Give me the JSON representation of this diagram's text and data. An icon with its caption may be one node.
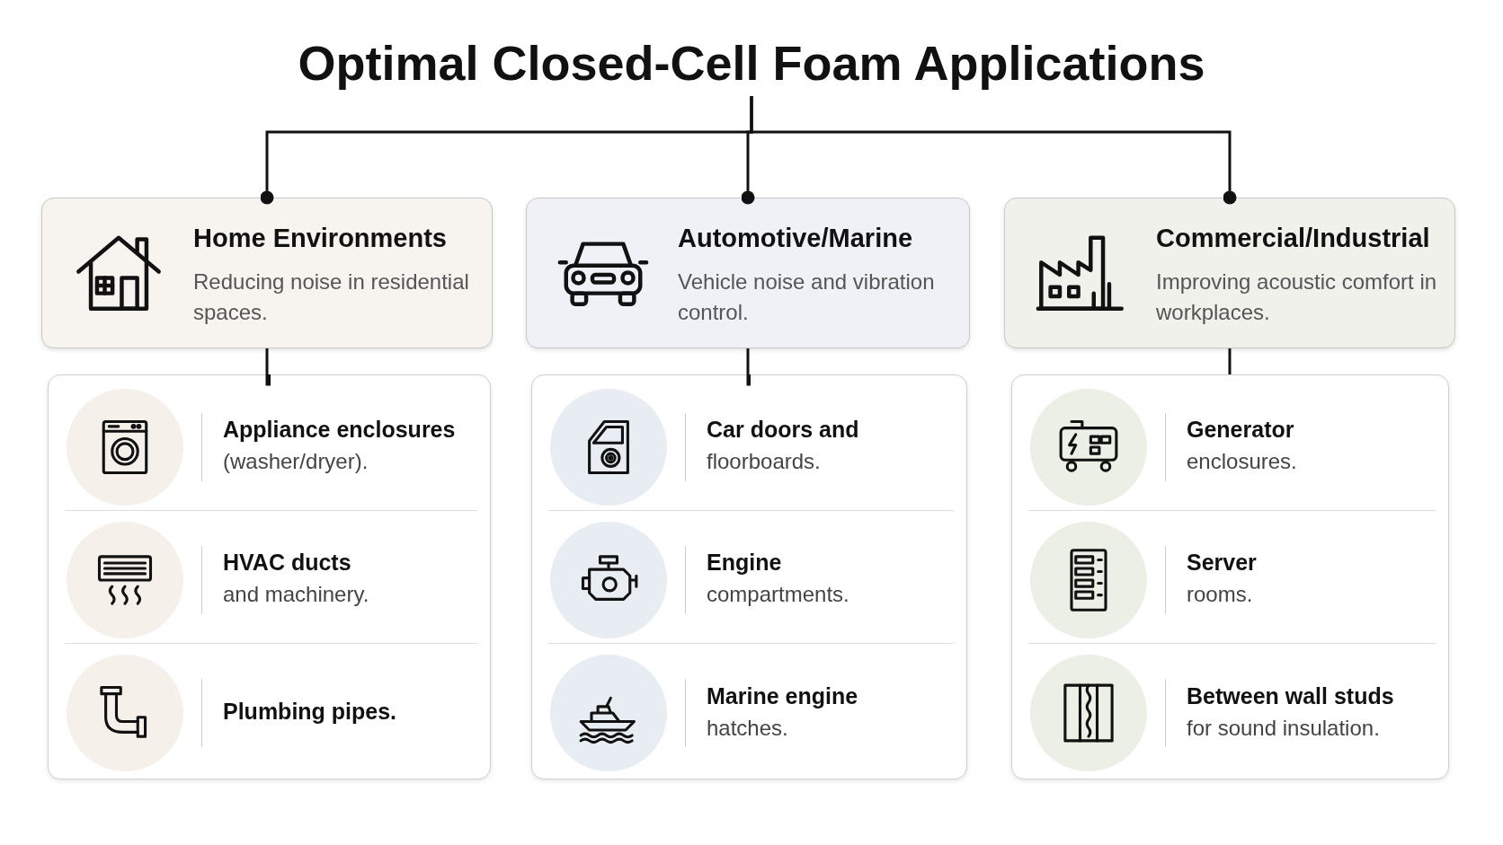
{
  "diagram": {
    "nodes": [
      {
        "text": [
          "Optimal Closed-Cell Foam Applications"
        ]
      },
      {
        "text": [
          "Home Environments",
          "Reducing noise in residential spaces."
        ]
      },
      {
        "text": [
          "Automotive/Marine",
          "Vehicle noise and vibration control."
        ]
      },
      {
        "text": [
          "Commercial/Industrial",
          "Improving acoustic comfort in workplaces."
        ]
      },
      {
        "text": [],
        "shape": "box"
      },
      {
        "text": [
          "Appliance enclosures",
          "(washer/dryer)."
        ],
        "in": 4
      },
      {
        "text": [
          "HVAC ducts",
          "and machinery."
        ],
        "in": 4
      },
      {
        "text": [
          "Plumbing pipes."
        ],
        "in": 4
      },
      {
        "text": [],
        "shape": "box"
      },
      {
        "text": [
          "Car doors and",
          "floorboards."
        ],
        "in": 8
      },
      {
        "text": [
          "Engine",
          "compartments."
        ],
        "in": 8
      },
      {
        "text": [
          "Marine engine",
          "hatches."
        ],
        "in": 8
      },
      {
        "text": [],
        "shape": "box"
      },
      {
        "text": [
          "Generator",
          "enclosures."
        ],
        "in": 12
      },
      {
        "text": [
          "Server",
          "rooms."
        ],
        "in": 12
      },
      {
        "text": [
          "Between wall studs",
          "for sound insulation."
        ],
        "in": 12
      }
    ],
    "edges": [
      {
        "from": 0,
        "to": 1,
        "arrow": "other"
      },
      {
        "from": 0,
        "to": 2,
        "arrow": "other"
      },
      {
        "from": 0,
        "to": 3,
        "arrow": "other"
      },
      {
        "from": 1,
        "to": 4,
        "arrow": "none"
      },
      {
        "from": 2,
        "to": 8,
        "arrow": "none"
      },
      {
        "from": 3,
        "to": 12,
        "arrow": "none"
      }
    ]
  }
}
